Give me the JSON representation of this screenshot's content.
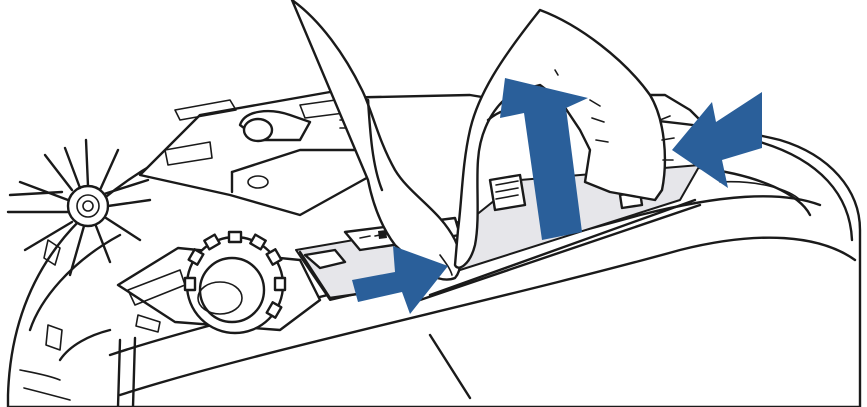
{
  "figure": {
    "arrow_color": "#2a5f9a",
    "slot_fill_color": "#e6e6ea",
    "line_color": "#1a1a1a",
    "arrows": [
      {
        "name": "arrow-up",
        "direction": "up"
      },
      {
        "name": "arrow-right",
        "direction": "right"
      },
      {
        "name": "arrow-left",
        "direction": "left"
      }
    ]
  }
}
